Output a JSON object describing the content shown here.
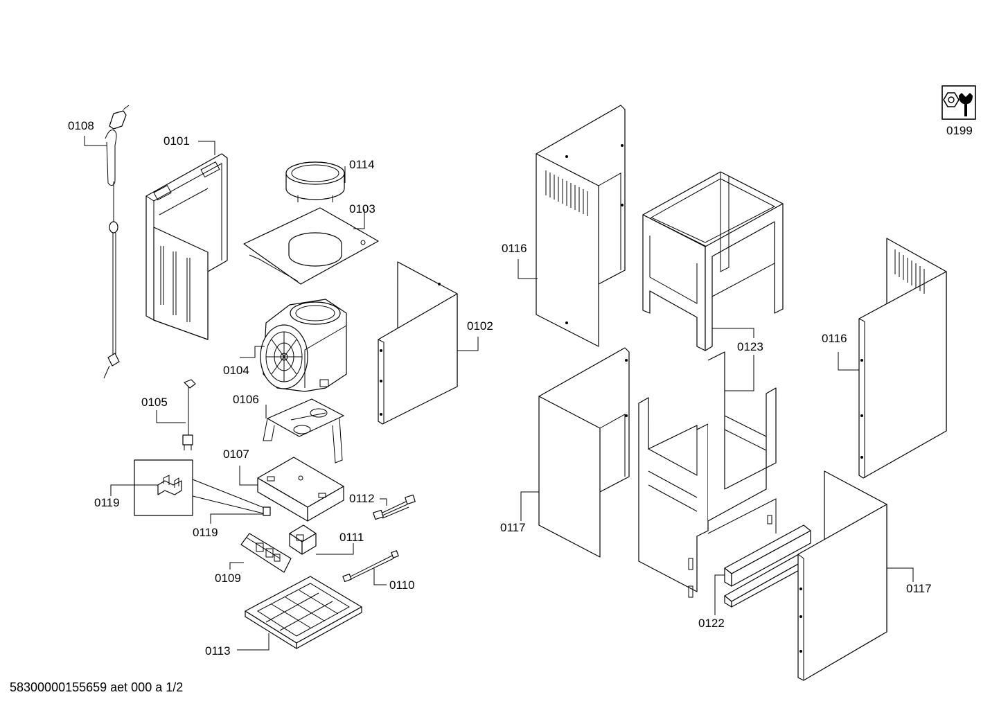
{
  "diagram": {
    "footer_text": "58300000155659 aet 000 a 1/2",
    "labels": {
      "p0101": "0101",
      "p0102": "0102",
      "p0103": "0103",
      "p0104": "0104",
      "p0105": "0105",
      "p0106": "0106",
      "p0107": "0107",
      "p0108": "0108",
      "p0109": "0109",
      "p0110": "0110",
      "p0111": "0111",
      "p0112": "0112",
      "p0113": "0113",
      "p0114": "0114",
      "p0116a": "0116",
      "p0116b": "0116",
      "p0117a": "0117",
      "p0117b": "0117",
      "p0119a": "0119",
      "p0119b": "0119",
      "p0122": "0122",
      "p0123": "0123",
      "p0199": "0199"
    },
    "icons": {
      "service_kit": "nut-and-wrench-icon"
    }
  }
}
